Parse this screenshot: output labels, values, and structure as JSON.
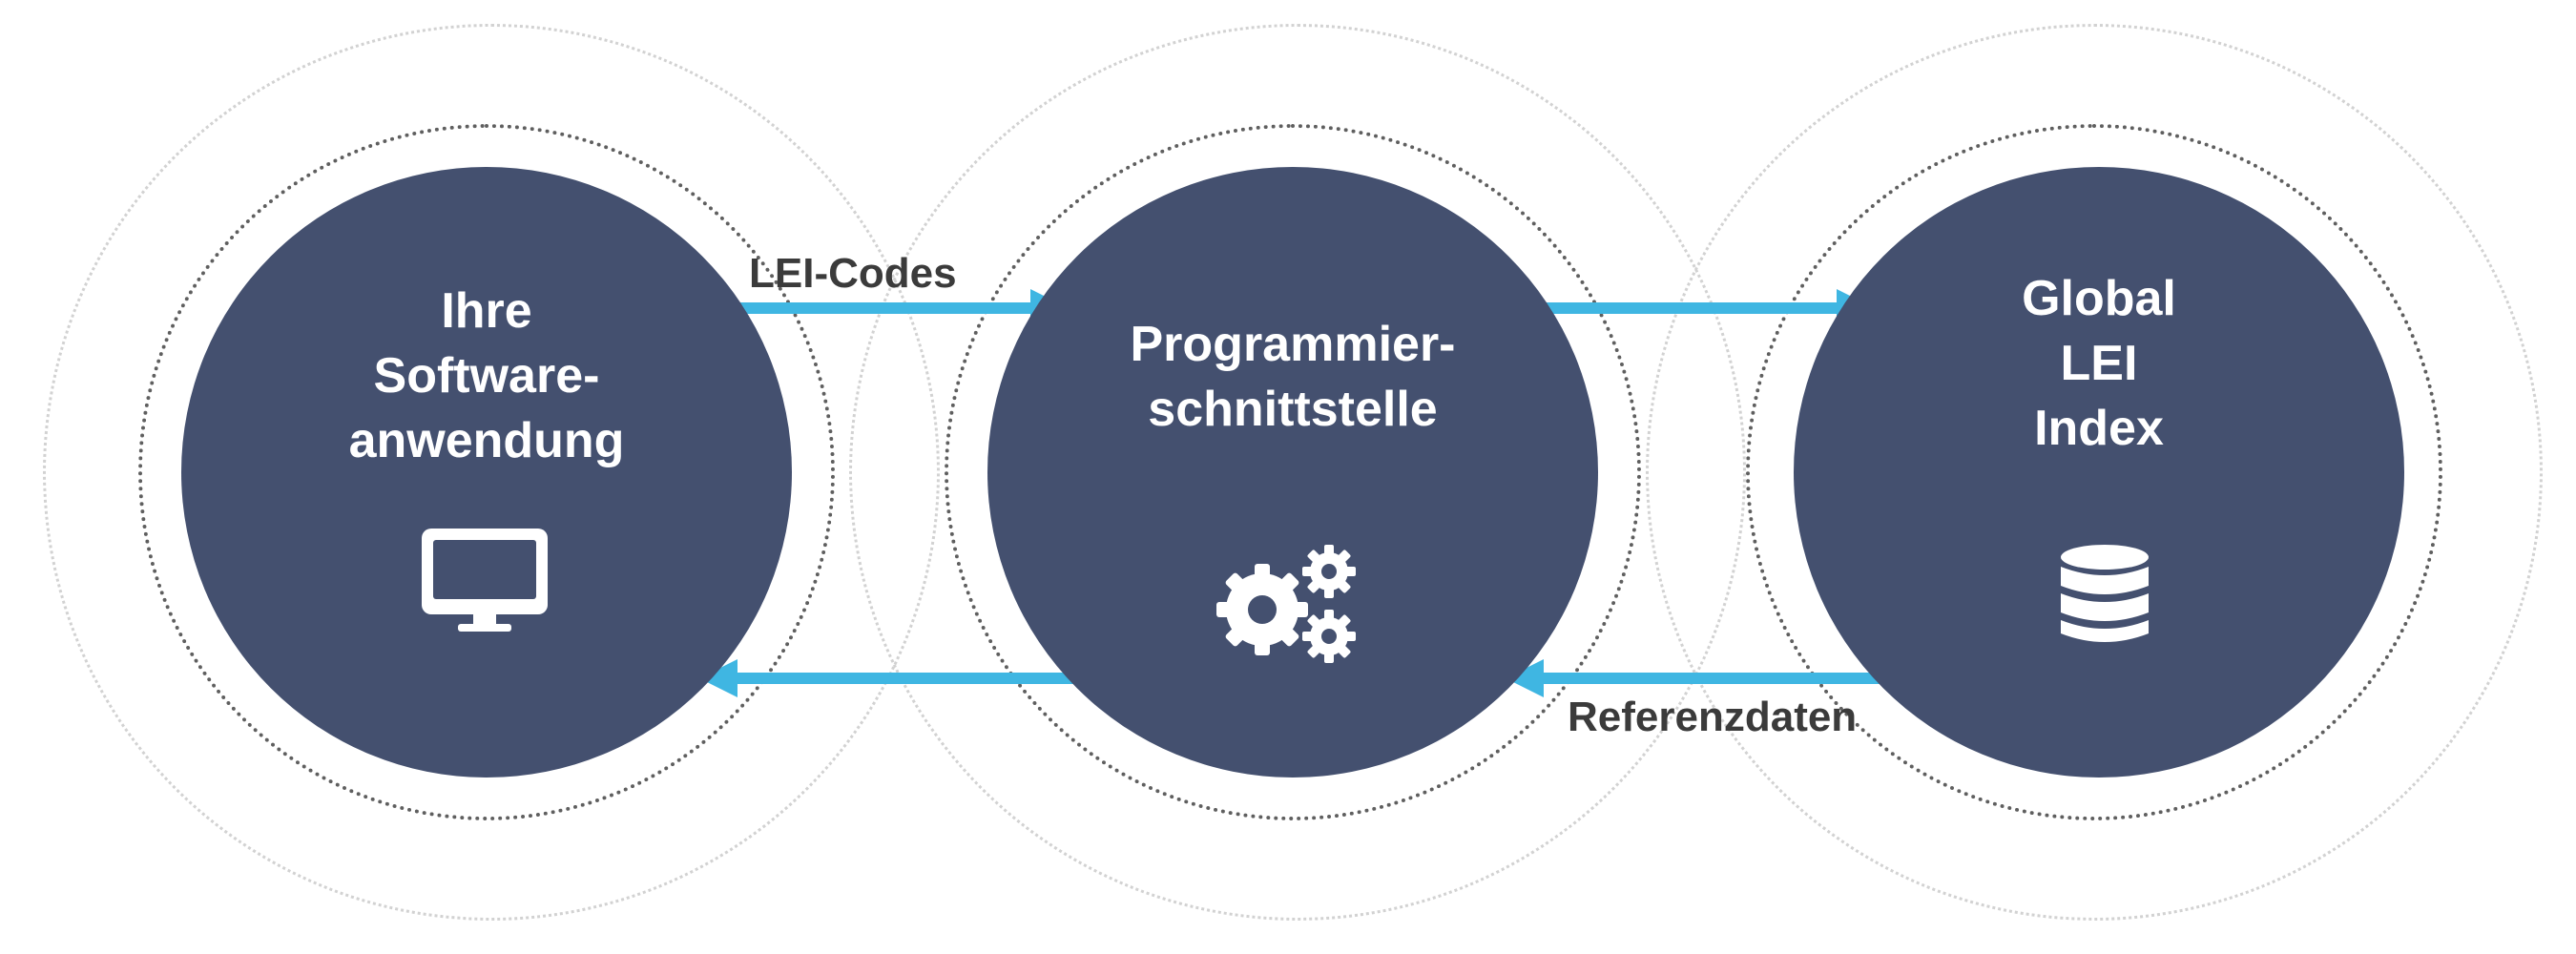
{
  "nodes": [
    {
      "id": "software",
      "title_lines": [
        "Ihre",
        "Software-",
        "anwendung"
      ],
      "icon": "monitor-icon"
    },
    {
      "id": "api",
      "title_lines": [
        "Programmier-",
        "schnittstelle"
      ],
      "icon": "gears-icon"
    },
    {
      "id": "index",
      "title_lines": [
        "Global",
        "LEI",
        "Index"
      ],
      "icon": "database-icon"
    }
  ],
  "flows": {
    "top_label": "LEI-Codes",
    "bottom_label": "Referenzdaten"
  },
  "colors": {
    "node_fill": "#44506f",
    "arrow": "#3fb6e2",
    "label_text": "#3b3b3b",
    "ring_inner": "#5f5f5f",
    "ring_outer": "#d2d2d2"
  }
}
